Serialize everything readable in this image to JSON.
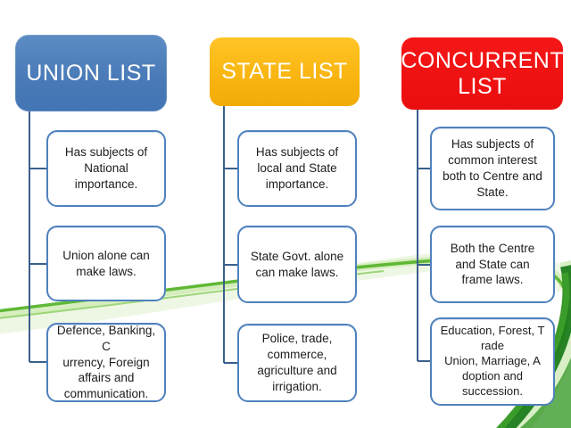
{
  "diagram": {
    "background": "#ffffff",
    "colors": {
      "union_header": "#4a7bb8",
      "state_header": "#f9b40f",
      "concurrent_header": "#ea0e0e",
      "header_text": "#ffffff",
      "node_border": "#4f81bd",
      "node_fill": "#ffffff",
      "node_text": "#1d1d1d",
      "connector": "#3a608c",
      "swoosh_bright_green": "#58b42d",
      "swoosh_dark_green": "#1e7d1d",
      "swoosh_light_green": "#cdeab0"
    },
    "columns": [
      {
        "id": "union",
        "title": "UNION LIST",
        "items": [
          "Has subjects of\nNational\nimportance.",
          "Union alone can\nmake laws.",
          "Defence, Banking, C\nurrency, Foreign\naffairs and\ncommunication."
        ]
      },
      {
        "id": "state",
        "title": "STATE LIST",
        "items": [
          "Has subjects of\nlocal and State\nimportance.",
          "State Govt. alone\ncan make laws.",
          "Police, trade,\ncommerce,\nagriculture and\nirrigation."
        ]
      },
      {
        "id": "concurrent",
        "title": "CONCURRENT LIST",
        "items": [
          "Has subjects of\ncommon interest\nboth to Centre and\nState.",
          "Both the Centre\nand State can\nframe laws.",
          "Education, Forest, T\nrade\nUnion, Marriage, A\ndoption and\nsuccession."
        ]
      }
    ]
  }
}
